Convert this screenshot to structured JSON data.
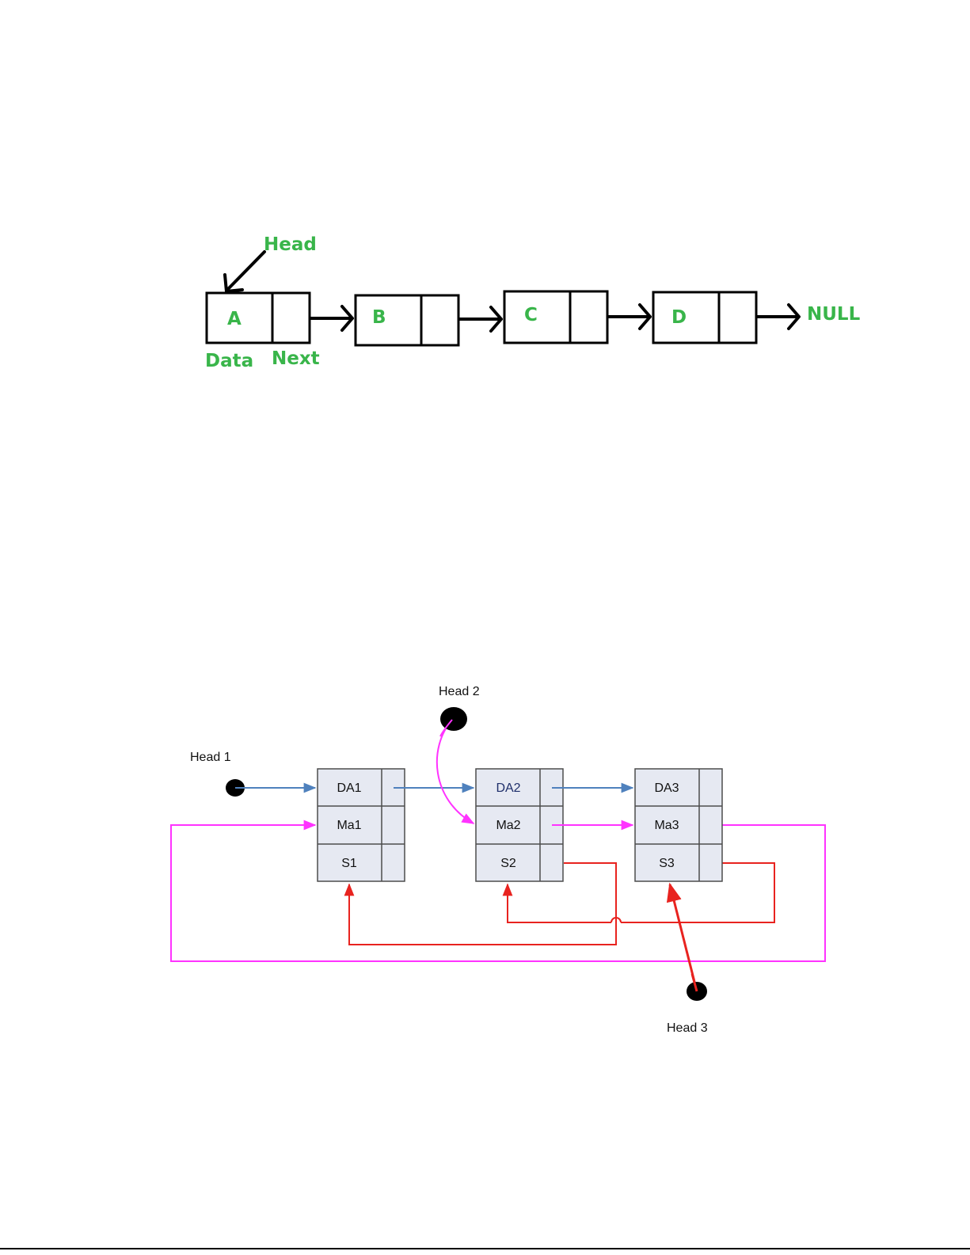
{
  "colors": {
    "label_green": "#39b54a",
    "ink": "#000000",
    "blue": "#4f81bd",
    "magenta": "#ff33ff",
    "red": "#e8231f",
    "cell_fill": "#e6e9f2",
    "cell_stroke": "#4d4d4d"
  },
  "diagram1": {
    "head_label": "Head",
    "nodes": [
      {
        "data": "A"
      },
      {
        "data": "B"
      },
      {
        "data": "C"
      },
      {
        "data": "D"
      }
    ],
    "null_label": "NULL",
    "data_caption": "Data",
    "next_caption": "Next"
  },
  "diagram2": {
    "heads": [
      {
        "label": "Head 1"
      },
      {
        "label": "Head 2"
      },
      {
        "label": "Head 3"
      }
    ],
    "nodes": [
      {
        "fields": [
          "DA1",
          "Ma1",
          "S1"
        ]
      },
      {
        "fields": [
          "DA2",
          "Ma2",
          "S2"
        ]
      },
      {
        "fields": [
          "DA3",
          "Ma3",
          "S3"
        ]
      }
    ],
    "links": [
      {
        "list": "DA",
        "color": "blue",
        "from": "Head 1",
        "to": "DA1"
      },
      {
        "list": "DA",
        "color": "blue",
        "from": "DA1",
        "to": "DA2"
      },
      {
        "list": "DA",
        "color": "blue",
        "from": "DA2",
        "to": "DA3"
      },
      {
        "list": "Ma",
        "color": "magenta",
        "from": "Head 2",
        "to": "Ma2"
      },
      {
        "list": "Ma",
        "color": "magenta",
        "from": "Ma2",
        "to": "Ma3"
      },
      {
        "list": "Ma",
        "color": "magenta",
        "from": "Ma3",
        "to": "Ma1"
      },
      {
        "list": "S",
        "color": "red",
        "from": "Head 3",
        "to": "S3"
      },
      {
        "list": "S",
        "color": "red",
        "from": "S3",
        "to": "S2"
      },
      {
        "list": "S",
        "color": "red",
        "from": "S2",
        "to": "S1"
      }
    ]
  }
}
